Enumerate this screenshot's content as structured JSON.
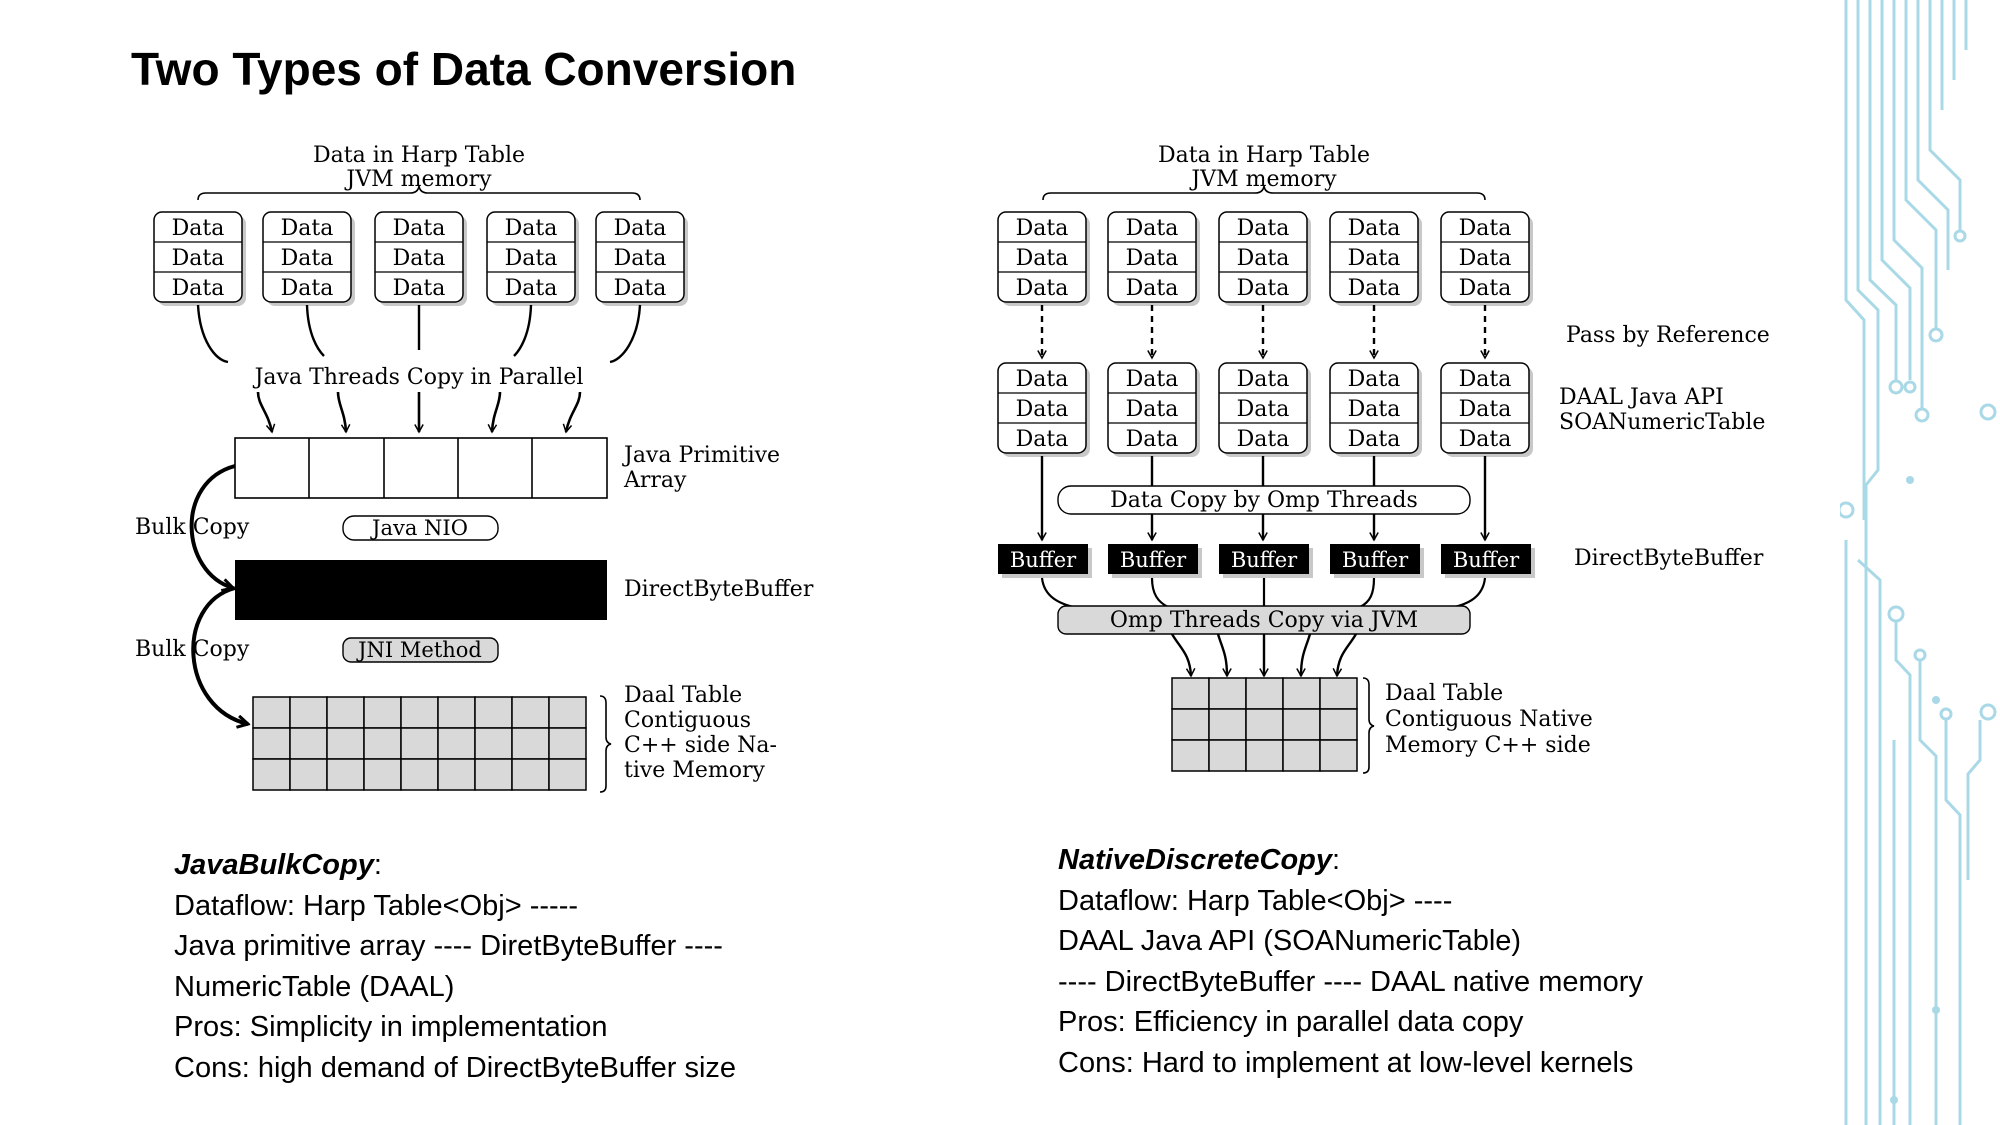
{
  "slide": {
    "title": "Two Types of Data Conversion"
  },
  "left_diagram": {
    "top_label_1": "Data in Harp Table",
    "top_label_2": "JVM memory",
    "cell_text": "Data",
    "threads_label": "Java Threads Copy in Parallel",
    "java_array_label_1": "Java Primitive",
    "java_array_label_2": "Array",
    "bulk_copy_1": "Bulk Copy",
    "nio_label": "Java NIO",
    "dbb_label": "DirectByteBuffer",
    "bulk_copy_2": "Bulk Copy",
    "jni_label": "JNI Method",
    "daal_label_1": "Daal Table",
    "daal_label_2": "Contiguous",
    "daal_label_3": "C++ side Na-",
    "daal_label_4": "tive Memory"
  },
  "right_diagram": {
    "top_label_1": "Data in Harp Table",
    "top_label_2": "JVM memory",
    "cell_text": "Data",
    "pass_ref_label": "Pass by Reference",
    "daal_api_label_1": "DAAL Java API",
    "daal_api_label_2": "SOANumericTable",
    "omp_copy_label": "Data Copy by Omp Threads",
    "buffer_text": "Buffer",
    "dbb_label": "DirectByteBuffer",
    "omp_jvm_label": "Omp Threads Copy via JVM",
    "daal_label_1": "Daal Table",
    "daal_label_2": "Contiguous Native",
    "daal_label_3": "Memory C++ side"
  },
  "left_text": {
    "heading": "JavaBulkCopy",
    "colon": ":",
    "line1": "Dataflow: Harp Table<Obj> -----",
    "line2": "Java primitive array ---- DiretByteBuffer ----",
    "line3": "NumericTable (DAAL)",
    "line4": "Pros: Simplicity in implementation",
    "line5": "Cons: high demand of DirectByteBuffer size"
  },
  "right_text": {
    "heading": "NativeDiscreteCopy",
    "colon": ":",
    "line1": "Dataflow: Harp Table<Obj> ----",
    "line2": "DAAL Java API (SOANumericTable)",
    "line3": "---- DirectByteBuffer ---- DAAL native memory",
    "line4": "Pros: Efficiency in parallel data copy",
    "line5": "Cons: Hard to implement at low-level kernels"
  },
  "colors": {
    "circuit_decoration": "#a9d8e6",
    "tag_fill": "#d9d9d9",
    "shadow": "#c8c8c8"
  }
}
